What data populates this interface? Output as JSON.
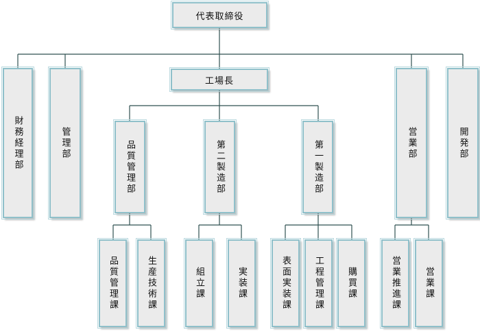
{
  "org": {
    "ceo": "代表取締役",
    "finance": "財務経理部",
    "admin": "管理部",
    "factory": "工場長",
    "quality": "品質管理部",
    "mfg2": "第二製造部",
    "mfg1": "第一製造部",
    "sales": "営業部",
    "dev": "開発部",
    "qc_section": "品質管理課",
    "prodtech": "生産技術課",
    "assembly": "組立課",
    "mounting": "実装課",
    "surface": "表面実装課",
    "process": "工程管理課",
    "purchase": "購買課",
    "salespromo": "営業推進課",
    "sales_section": "営業課"
  },
  "colors": {
    "box_fill": "#ebebeb",
    "box_border": "#8fc0ca",
    "line": "#2f4f4f"
  }
}
